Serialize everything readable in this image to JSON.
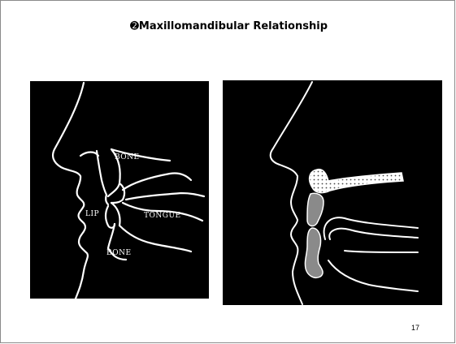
{
  "slide": {
    "title": "➋Maxillomandibular Relationship",
    "page_number": "17"
  },
  "left_figure": {
    "labels": {
      "bone_upper": "BONE",
      "lip": "LIP",
      "tongue": "TONGUE",
      "bone_lower": "BONE"
    }
  },
  "right_figure": {}
}
